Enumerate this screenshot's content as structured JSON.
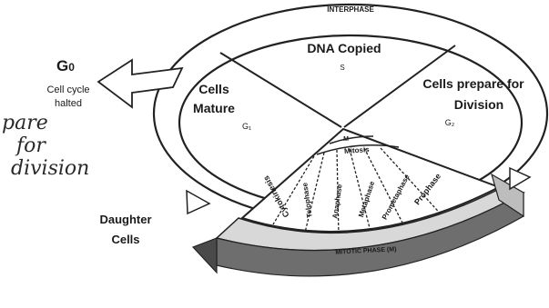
{
  "cycle": {
    "interphase_label": "INTERPHASE",
    "g0": {
      "title": "G",
      "subscript": "0",
      "note_line1": "Cell cycle",
      "note_line2": "halted"
    },
    "handwriting": [
      "pare",
      "for",
      "division"
    ],
    "sectors": {
      "s": {
        "title": "DNA Copied",
        "sub": "S"
      },
      "g1": {
        "title_line1": "Cells",
        "title_line2": "Mature",
        "sub": "G₁"
      },
      "g2": {
        "title_line1": "Cells prepare for",
        "title_line2": "Division",
        "sub": "G₂"
      }
    },
    "mitosis": {
      "m_label": "M",
      "mitosis_label": "Mitosis",
      "phases": [
        "Prophase",
        "Prometaphase",
        "Metaphase",
        "Anaphase",
        "Telophase",
        "Cytokinesis"
      ],
      "band_label": "MITOTIC PHASE (M)"
    },
    "daughter": {
      "line1": "Daughter",
      "line2": "Cells"
    }
  },
  "colors": {
    "line": "#222222",
    "block_top": "#d9d9d9",
    "block_front": "#6e6e6e",
    "block_dark": "#3f3f3f"
  }
}
